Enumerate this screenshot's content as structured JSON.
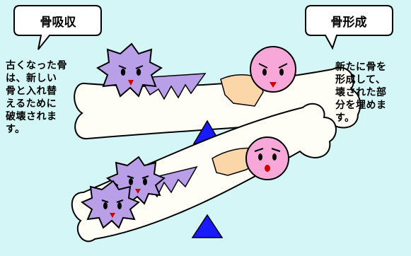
{
  "callouts": {
    "resorption": "骨吸収",
    "formation": "骨形成"
  },
  "descriptions": {
    "left_lines": [
      "古くなった骨",
      "は、新しい",
      "骨と入れ替",
      "えるために",
      "破壊されま",
      "す。"
    ],
    "right_lines": [
      "新たに骨を",
      "形成して、",
      "壊された部",
      "分を埋めま",
      "す。"
    ]
  },
  "colors": {
    "background": "#d4f6f6",
    "bone": "#fefef6",
    "osteoclast": "#b99ee8",
    "osteoblast": "#f7a8d8",
    "new_bone": "#fbd6a8",
    "fulcrum": "#1a1aff"
  },
  "icons": {
    "osteoclast": "spiky-cell-icon",
    "osteoblast": "round-cell-icon",
    "fulcrum": "triangle-fulcrum-icon"
  }
}
